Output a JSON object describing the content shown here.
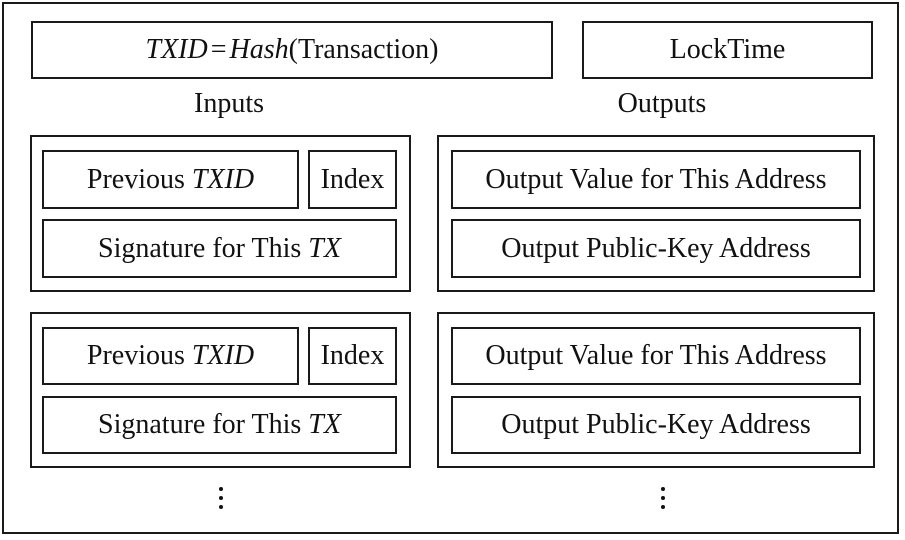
{
  "header": {
    "txid_left": "TXID",
    "txid_eq": "=",
    "txid_func": "Hash",
    "txid_arg": "(Transaction)",
    "locktime": "LockTime"
  },
  "sections": {
    "inputs_label": "Inputs",
    "outputs_label": "Outputs"
  },
  "inputs": [
    {
      "prev_prefix": "Previous ",
      "prev_italic": "TXID",
      "index": "Index",
      "sig_prefix": "Signature for This ",
      "sig_italic": "TX"
    },
    {
      "prev_prefix": "Previous ",
      "prev_italic": "TXID",
      "index": "Index",
      "sig_prefix": "Signature for This ",
      "sig_italic": "TX"
    }
  ],
  "outputs": [
    {
      "value": "Output Value for This Address",
      "address": "Output Public-Key Address"
    },
    {
      "value": "Output Value for This Address",
      "address": "Output Public-Key Address"
    }
  ],
  "continuation": "⋮"
}
